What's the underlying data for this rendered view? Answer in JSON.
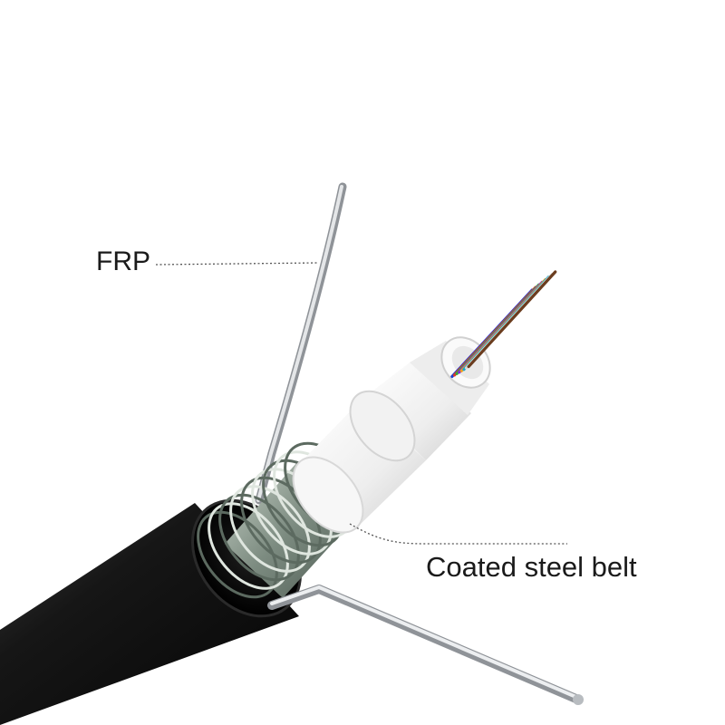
{
  "labels": {
    "frp": "FRP",
    "coated_steel_belt": "Coated steel belt"
  },
  "colors": {
    "background": "#ffffff",
    "jacket": "#111111",
    "steel_belt": "#8a9a8e",
    "tube": "#f4f4f4",
    "frp_rod": "#c9cccf",
    "leader_line": "#555555",
    "fibers": [
      "#1e3fd1",
      "#e0362a",
      "#2fae3a",
      "#8a2bd6",
      "#f2a11d",
      "#1aa5c9",
      "#d8d8d8",
      "#6b3d1f"
    ]
  },
  "components": [
    "outer-jacket",
    "coated-steel-belt",
    "loose-tube",
    "optical-fibers",
    "frp-strength-members"
  ]
}
